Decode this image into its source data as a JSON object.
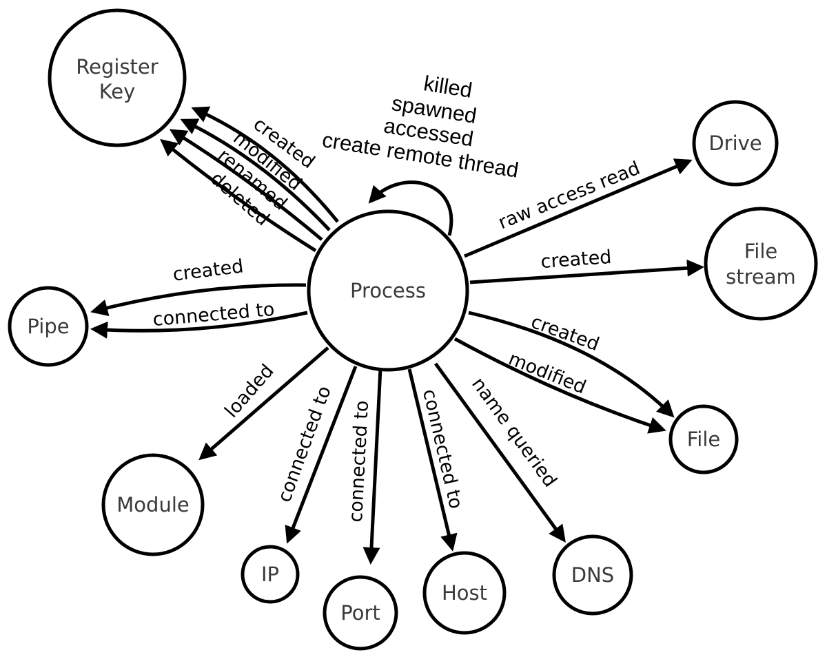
{
  "nodes": {
    "process": "Process",
    "register_key": [
      "Register",
      "Key"
    ],
    "drive": "Drive",
    "file_stream": [
      "File",
      "stream"
    ],
    "pipe": "Pipe",
    "file": "File",
    "module": "Module",
    "ip": "IP",
    "port": "Port",
    "host": "Host",
    "dns": "DNS"
  },
  "edges": {
    "register_key": [
      "created",
      "modified",
      "renamed",
      "deleted"
    ],
    "self_loop": [
      "killed",
      "spawned",
      "accessed",
      "create remote thread"
    ],
    "drive": "raw access read",
    "file_stream": "created",
    "pipe": [
      "created",
      "connected to"
    ],
    "file": [
      "created",
      "modified"
    ],
    "module": "loaded",
    "ip": "connected to",
    "port": "connected to",
    "host": "connected to",
    "dns": "name queried"
  }
}
